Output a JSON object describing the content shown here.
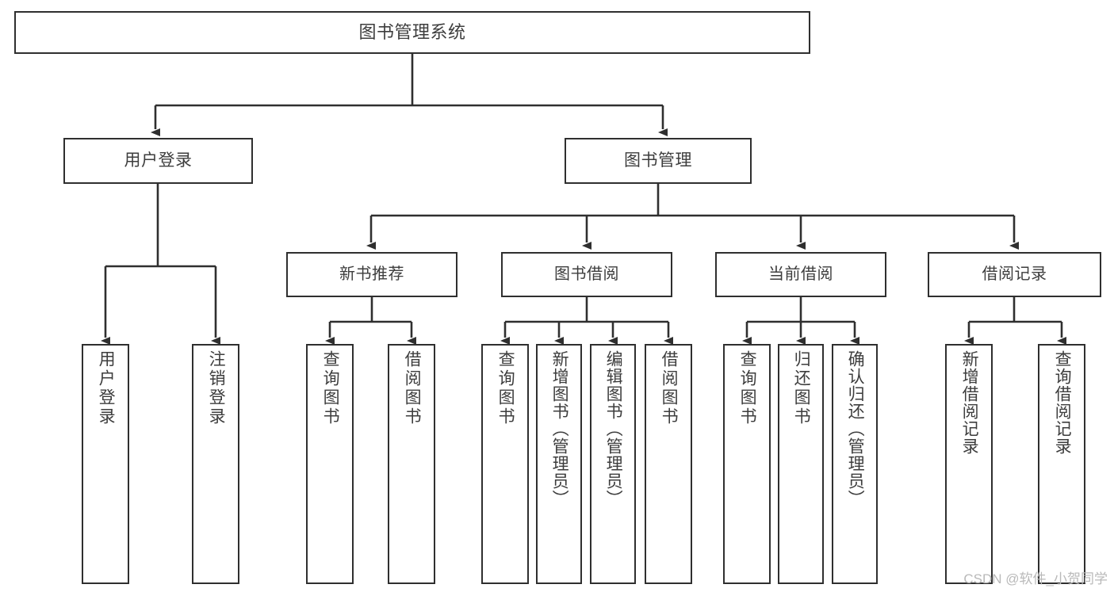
{
  "diagram": {
    "type": "tree",
    "title": "图书管理系统",
    "watermark": "CSDN @软件_小贺同学",
    "colors": {
      "box_border": "#2f2f2f",
      "box_fill": "#ffffff",
      "text": "#3d3d3d",
      "line": "#2f2f2f",
      "watermark": "#b9b9b9",
      "background": "#ffffff"
    },
    "root": {
      "label": "图书管理系统"
    },
    "level2": [
      {
        "label": "用户登录"
      },
      {
        "label": "图书管理"
      }
    ],
    "level3": [
      {
        "label": "新书推荐"
      },
      {
        "label": "图书借阅"
      },
      {
        "label": "当前借阅"
      },
      {
        "label": "借阅记录"
      }
    ],
    "leaves": {
      "user_login": [
        {
          "label": "用户登录"
        },
        {
          "label": "注销登录"
        }
      ],
      "new_book": [
        {
          "label": "查询图书"
        },
        {
          "label": "借阅图书"
        }
      ],
      "borrow_book": [
        {
          "label": "查询图书"
        },
        {
          "label": "新增图书（管理员）"
        },
        {
          "label": "编辑图书（管理员）"
        },
        {
          "label": "借阅图书"
        }
      ],
      "current_borrow": [
        {
          "label": "查询图书"
        },
        {
          "label": "归还图书"
        },
        {
          "label": "确认归还（管理员）"
        }
      ],
      "borrow_record": [
        {
          "label": "新增借阅记录"
        },
        {
          "label": "查询借阅记录"
        }
      ]
    }
  }
}
